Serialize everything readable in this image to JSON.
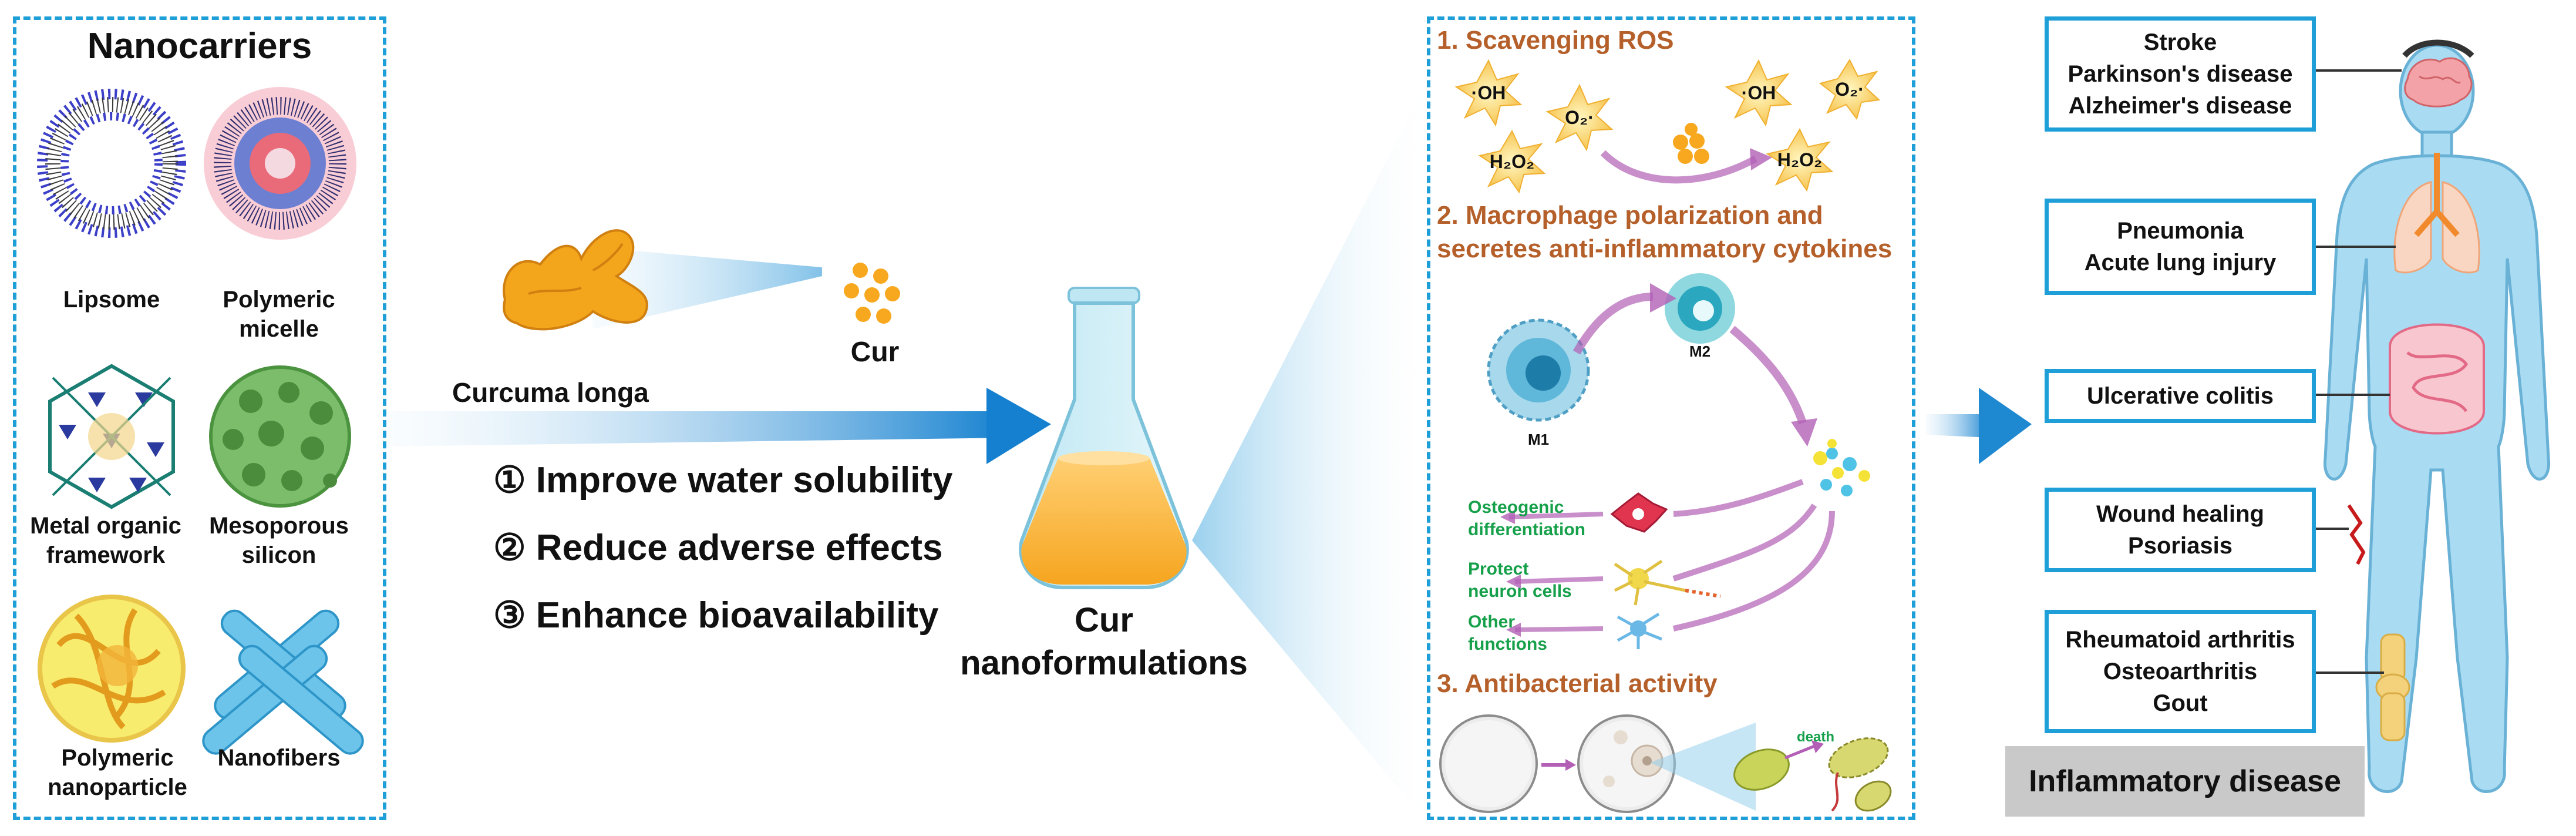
{
  "nanocarriers": {
    "title": "Nanocarriers",
    "items": [
      "Lipsome",
      "Polymeric\nmicelle",
      "Metal organic\nframework",
      "Mesoporous\nsilicon",
      "Polymeric\nnanoparticle",
      "Nanofibers"
    ]
  },
  "source": {
    "plant_label": "Curcuma longa",
    "compound_label": "Cur"
  },
  "benefits": [
    "① Improve water solubility",
    "② Reduce adverse effects",
    "③ Enhance bioavailability"
  ],
  "product": {
    "label": "Cur\nnanoformulations"
  },
  "mechanisms": {
    "scavenging_title": "1. Scavenging ROS",
    "ros_species": [
      "·OH",
      "O₂·",
      "H₂O₂",
      "·OH",
      "O₂·",
      "H₂O₂"
    ],
    "macrophage_title": "2. Macrophage polarization and\nsecretes anti-inflammatory cytokines",
    "m1_label": "M1",
    "m2_label": "M2",
    "effects": [
      "Osteogenic\ndifferentiation",
      "Protect\nneuron cells",
      "Other\nfunctions"
    ],
    "antibacterial_title": "3. Antibacterial activity",
    "death_label": "death"
  },
  "diseases": {
    "boxes": [
      "Stroke\nParkinson's disease\nAlzheimer's disease",
      "Pneumonia\nAcute lung injury",
      "Ulcerative colitis",
      "Wound healing\nPsoriasis",
      "Rheumatoid arthritis\nOsteoarthritis\nGout"
    ],
    "footer": "Inflammatory disease"
  },
  "colors": {
    "panel_border": "#1e9fd8",
    "section_title": "#b5602a",
    "effect_text": "#16a04a",
    "arrow": "#1e88d0",
    "body": "#a9dcf3",
    "footer_bg": "#c9c9c9"
  }
}
